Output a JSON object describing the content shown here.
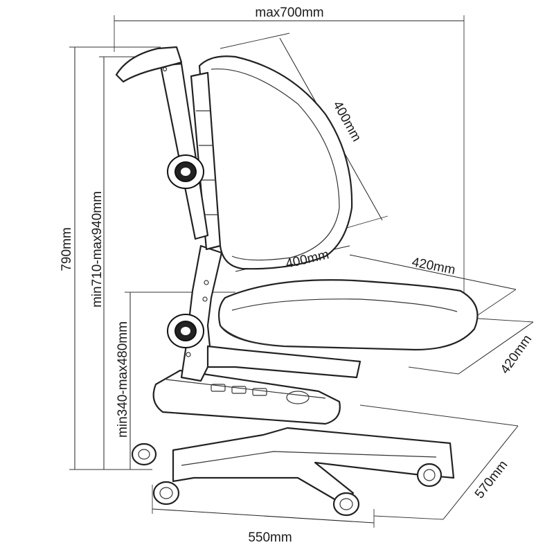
{
  "dimensions": {
    "overall_depth": "max700mm",
    "backrest_height": "400mm",
    "backrest_width": "400mm",
    "seat_width": "420mm",
    "seat_depth": "420mm",
    "total_height": "790mm",
    "backrest_top_height": "min710-max940mm",
    "seat_height": "min340-max480mm",
    "base_depth": "570mm",
    "base_width": "550mm"
  }
}
